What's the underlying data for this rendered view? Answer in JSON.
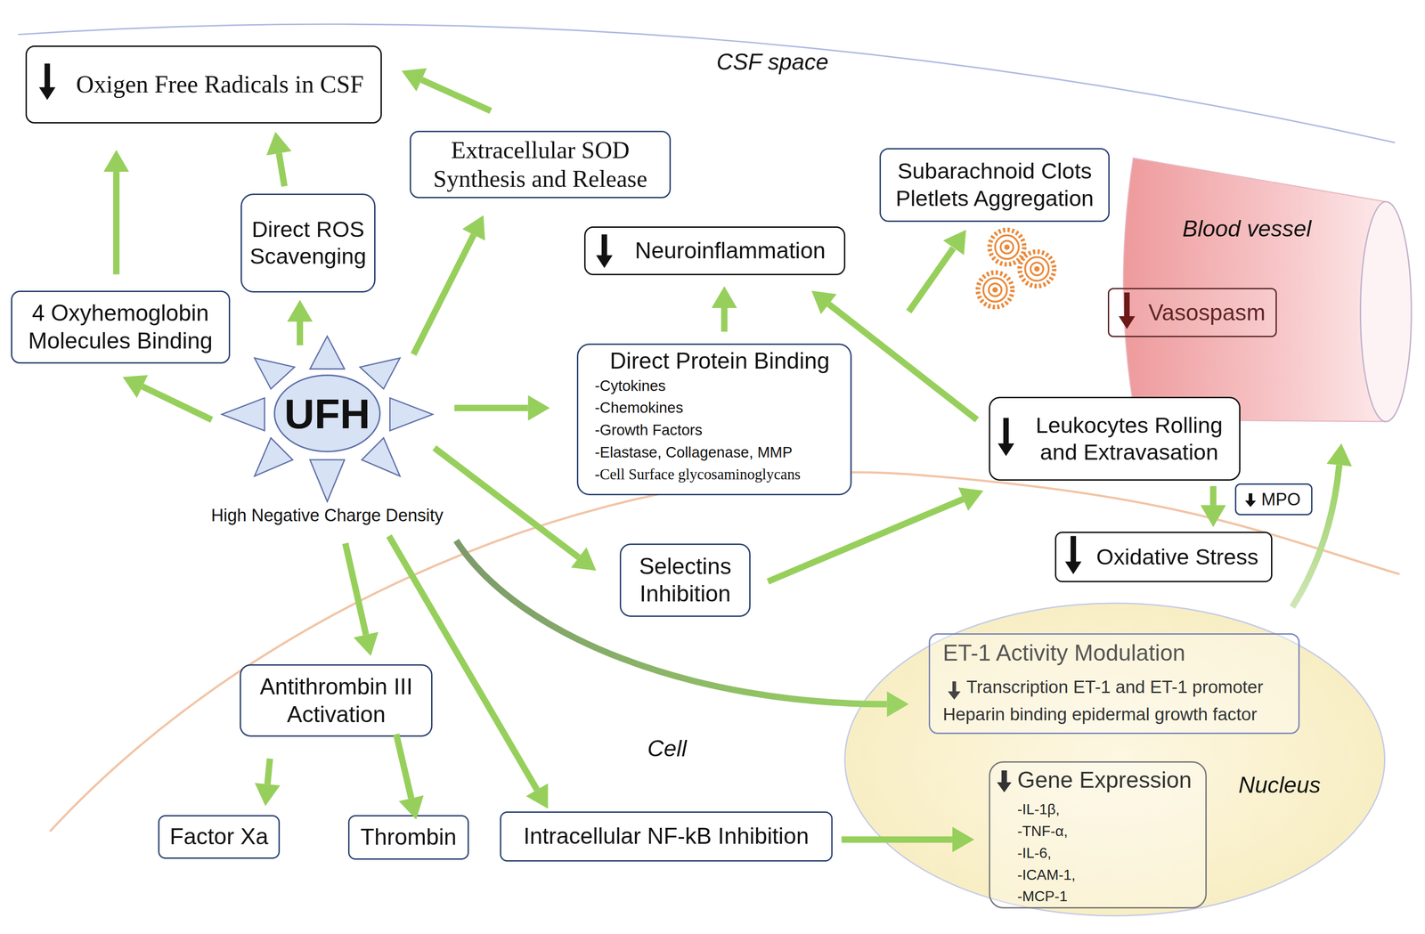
{
  "diagram": {
    "nodes": [
      {
        "text": [
          "Oxigen Free Radicals in CSF"
        ]
      },
      {
        "text": [
          "Extracellular SOD Synthesis and Release"
        ]
      },
      {
        "text": [
          "Subarachnoid Clots Pletlets Aggregation"
        ]
      },
      {
        "text": [
          "Blood vessel"
        ]
      },
      {
        "text": [
          "Vasospasm"
        ],
        "in": 3
      },
      {
        "text": [
          "Direct ROS Scavenging"
        ]
      },
      {
        "text": [
          "Neuroinflammation"
        ]
      },
      {
        "text": [
          "4 Oxyhemoglobin Molecules Binding"
        ]
      },
      {
        "text": [
          "UFH",
          "High Negative Charge Density"
        ]
      },
      {
        "text": [
          "Direct Protein Binding",
          "-Cytokines",
          "-Chemokines",
          "-Growth Factors",
          "-Elastase, Collagenase, MMP",
          "-Cell Surface glycosaminoglycans"
        ]
      },
      {
        "text": [
          "Leukocytes Rolling and Extravasation"
        ]
      },
      {
        "text": [
          "Selectins Inhibition"
        ]
      },
      {
        "text": [
          "MPO"
        ]
      },
      {
        "text": [
          "Oxidative Stress"
        ]
      },
      {
        "text": [
          "Nucleus"
        ]
      },
      {
        "text": [
          "ET-1 Activity Modulation",
          "Transcription ET-1 and ET-1 promoter",
          "Heparin binding epidermal growth factor"
        ],
        "in": 14
      },
      {
        "text": [
          "Antithrombin III Activation"
        ]
      },
      {
        "text": [
          "Gene Expression",
          "-IL-1β,",
          "-TNF-α,",
          "-IL-6,",
          "-ICAM-1,",
          "-MCP-1"
        ],
        "in": 14
      },
      {
        "text": [
          "Factor Xa"
        ]
      },
      {
        "text": [
          "Thrombin"
        ]
      },
      {
        "text": [
          "Intracellular NF-kB Inhibition"
        ]
      }
    ],
    "edges": [
      {
        "from": 8,
        "to": 7,
        "arrow": "to"
      },
      {
        "from": 7,
        "to": 0,
        "arrow": "to"
      },
      {
        "from": 8,
        "to": 5,
        "arrow": "to"
      },
      {
        "from": 5,
        "to": 0,
        "arrow": "to"
      },
      {
        "from": 8,
        "to": 1,
        "arrow": "to"
      },
      {
        "from": 1,
        "to": 0,
        "arrow": "to"
      },
      {
        "from": 8,
        "to": 9,
        "arrow": "to"
      },
      {
        "from": 9,
        "to": 6,
        "arrow": "to"
      },
      {
        "from": 8,
        "to": 11,
        "arrow": "to"
      },
      {
        "from": 11,
        "to": 10,
        "arrow": "to"
      },
      {
        "from": 10,
        "to": 6,
        "arrow": "to"
      },
      {
        "from": 10,
        "to": 13,
        "arrow": "to"
      },
      {
        "from": 15,
        "to": 3,
        "arrow": "to"
      },
      {
        "from": 8,
        "to": 15,
        "arrow": "to"
      },
      {
        "from": 8,
        "to": 16,
        "arrow": "to"
      },
      {
        "from": 16,
        "to": 18,
        "arrow": "to"
      },
      {
        "from": 16,
        "to": 19,
        "arrow": "to"
      },
      {
        "from": 8,
        "to": 20,
        "arrow": "to"
      },
      {
        "from": 20,
        "to": 17,
        "arrow": "to"
      }
    ],
    "labels": [
      "CSF space",
      "Cell"
    ]
  }
}
